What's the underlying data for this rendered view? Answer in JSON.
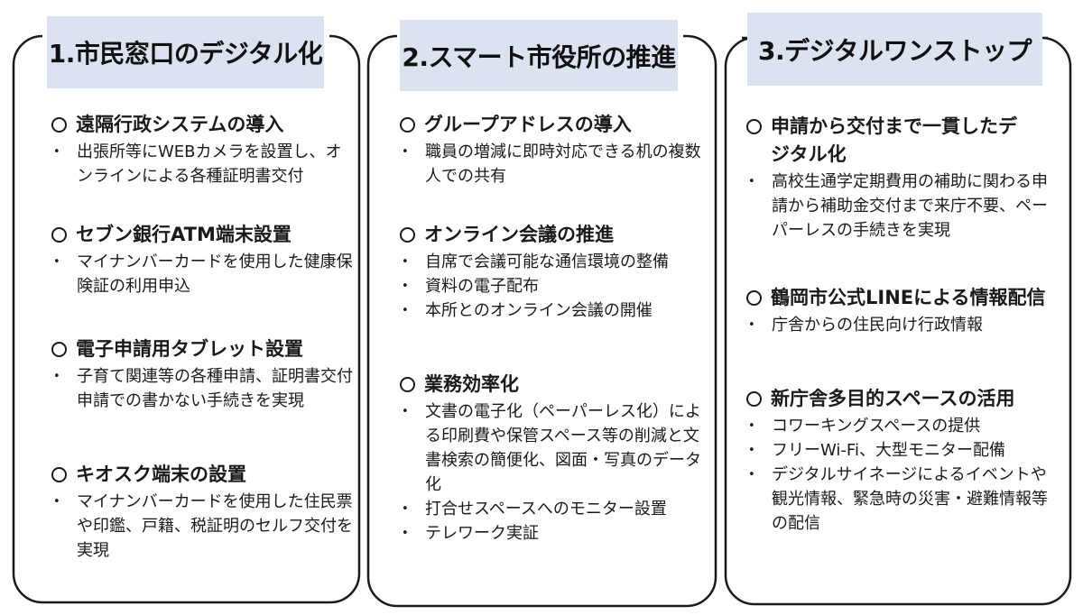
{
  "columns": [
    {
      "title": "1.市民窓口のデジタル化",
      "sections": [
        {
          "heading": "遠隔行政システムの導入",
          "items": [
            "出張所等にWEBカメラを設置し、オンラインによる各種証明書交付"
          ]
        },
        {
          "heading": "セブン銀行ATM端末設置",
          "items": [
            "マイナンバーカードを使用した健康保険証の利用申込"
          ]
        },
        {
          "heading": "電子申請用タブレット設置",
          "items": [
            "子育て関連等の各種申請、証明書交付申請での書かない手続きを実現"
          ]
        },
        {
          "heading": "キオスク端末の設置",
          "items": [
            "マイナンバーカードを使用した住民票や印鑑、戸籍、税証明のセルフ交付を実現"
          ]
        }
      ]
    },
    {
      "title": "2.スマート市役所の推進",
      "sections": [
        {
          "heading": "グループアドレスの導入",
          "items": [
            "職員の増減に即時対応できる机の複数人での共有"
          ]
        },
        {
          "heading": "オンライン会議の推進",
          "items": [
            "自席で会議可能な通信環境の整備",
            "資料の電子配布",
            "本所とのオンライン会議の開催"
          ]
        },
        {
          "heading": "業務効率化",
          "items": [
            "文書の電子化（ペーパーレス化）による印刷費や保管スペース等の削減と文書検索の簡便化、図面・写真のデータ化",
            "打合せスペースへのモニター設置",
            "テレワーク実証"
          ]
        }
      ]
    },
    {
      "title": "3.デジタルワンストップ",
      "sections": [
        {
          "heading": "申請から交付まで一貫したデジタル化",
          "items": [
            "高校生通学定期費用の補助に関わる申請から補助金交付まで来庁不要、ペーパーレスの手続きを実現"
          ]
        },
        {
          "heading": "鶴岡市公式LINEによる情報配信",
          "items": [
            "庁舎からの住民向け行政情報"
          ]
        },
        {
          "heading": "新庁舎多目的スペースの活用",
          "items": [
            "コワーキングスペースの提供",
            "フリーWi-Fi、大型モニター配備",
            "デジタルサイネージによるイベントや観光情報、緊急時の災害・避難情報等の配信"
          ]
        }
      ]
    }
  ]
}
